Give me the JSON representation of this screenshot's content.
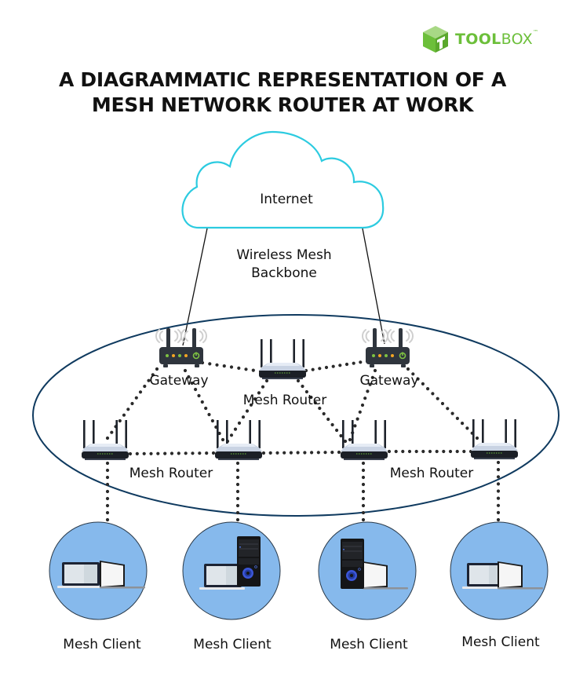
{
  "brand": {
    "name_bold": "TOOL",
    "name_light": "BOX",
    "trademark": "™",
    "color": "#6cbf3a"
  },
  "title": {
    "line1": "A DIAGRAMMATIC REPRESENTATION OF A",
    "line2": "MESH NETWORK ROUTER AT WORK"
  },
  "cloud": {
    "label": "Internet",
    "stroke_color": "#2ccbe0"
  },
  "backbone": {
    "line1": "Wireless Mesh",
    "line2": "Backbone",
    "ellipse_color": "#0f3a5f"
  },
  "nodes": {
    "gateways": [
      {
        "id": "gw1",
        "label": "Gateway",
        "leds": [
          "#7ec242",
          "#f5a623",
          "#7ec242",
          "#f5a623"
        ]
      },
      {
        "id": "gw2",
        "label": "Gateway",
        "leds": [
          "#7ec242",
          "#f5a623",
          "#7ec242",
          "#f5a623"
        ]
      }
    ],
    "routers": [
      {
        "id": "r-top",
        "label": "Mesh Router"
      },
      {
        "id": "r1",
        "label": "Mesh Router"
      },
      {
        "id": "r2",
        "label": ""
      },
      {
        "id": "r3",
        "label": ""
      },
      {
        "id": "r4",
        "label": "Mesh Router"
      }
    ],
    "clients": [
      {
        "id": "c1",
        "label": "Mesh Client",
        "devices": "two laptops"
      },
      {
        "id": "c2",
        "label": "Mesh Client",
        "devices": "laptop and desktop tower"
      },
      {
        "id": "c3",
        "label": "Mesh Client",
        "devices": "desktop tower and laptop"
      },
      {
        "id": "c4",
        "label": "Mesh Client",
        "devices": "two laptops"
      }
    ]
  },
  "links": {
    "wired": [
      [
        "cloud",
        "gw1"
      ],
      [
        "cloud",
        "gw2"
      ]
    ],
    "wireless": [
      [
        "gw1",
        "r-top"
      ],
      [
        "r-top",
        "gw2"
      ],
      [
        "gw1",
        "r1"
      ],
      [
        "gw1",
        "r2"
      ],
      [
        "r-top",
        "r2"
      ],
      [
        "r-top",
        "r3"
      ],
      [
        "gw2",
        "r3"
      ],
      [
        "gw2",
        "r4"
      ],
      [
        "r1",
        "r2"
      ],
      [
        "r2",
        "r3"
      ],
      [
        "r3",
        "r4"
      ],
      [
        "r1",
        "c1"
      ],
      [
        "r2",
        "c2"
      ],
      [
        "r3",
        "c3"
      ],
      [
        "r4",
        "c4"
      ]
    ]
  },
  "colors": {
    "client_fill": "#86b9ec",
    "router_body": "#c9d3e3",
    "router_base": "#1b1f26",
    "gateway_body": "#2f353d",
    "dots": "#2a2a2a"
  }
}
